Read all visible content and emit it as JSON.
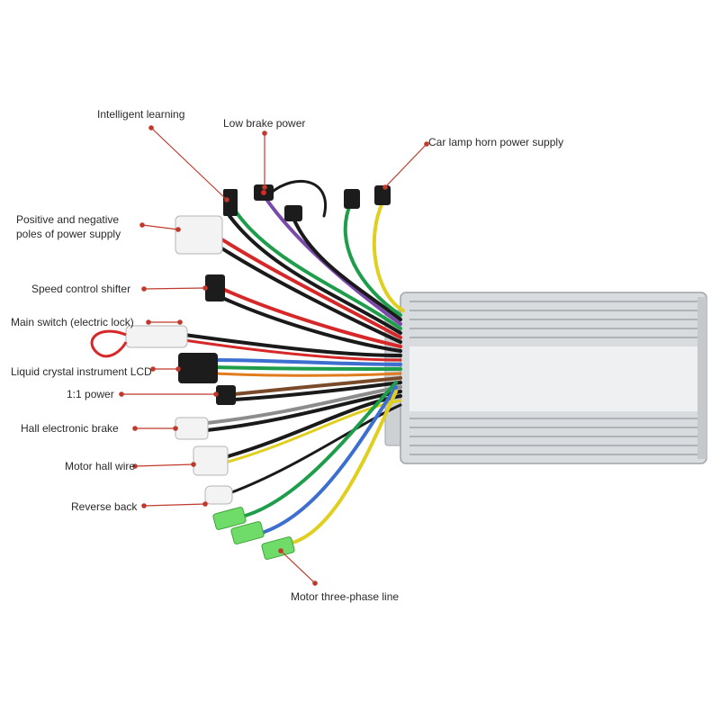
{
  "diagram": {
    "labels": {
      "intelligent_learning": "Intelligent learning",
      "low_brake_power": "Low brake power",
      "car_lamp_horn": "Car lamp horn power supply",
      "power_supply_line1": "Positive and negative",
      "power_supply_line2": "poles of power supply",
      "speed_control": "Speed control shifter",
      "main_switch": "Main switch (electric lock)",
      "lcd": "Liquid crystal instrument LCD",
      "power_1to1": "1:1 power",
      "hall_brake": "Hall electronic brake",
      "motor_hall": "Motor hall wire",
      "reverse": "Reverse back",
      "motor_phase": "Motor three-phase line"
    },
    "colors": {
      "leader_line": "#c0392b",
      "controller_body": "#d9dcde",
      "fin": "#aeb3b7",
      "connector_white": "#f3f3f3",
      "connector_black": "#1c1c1c",
      "terminal_green": "#6fdc6a",
      "wire_red": "#d62828",
      "wire_black": "#1a1a1a",
      "wire_blue": "#3d6fd0",
      "wire_green": "#1e9e4b",
      "wire_yellow": "#e0cf1e",
      "wire_gray": "#8c8c8c",
      "wire_purple": "#7a4aa8",
      "wire_white": "#e8e8e8",
      "wire_brown": "#7a4b2a",
      "wire_orange": "#e07b1e"
    }
  }
}
